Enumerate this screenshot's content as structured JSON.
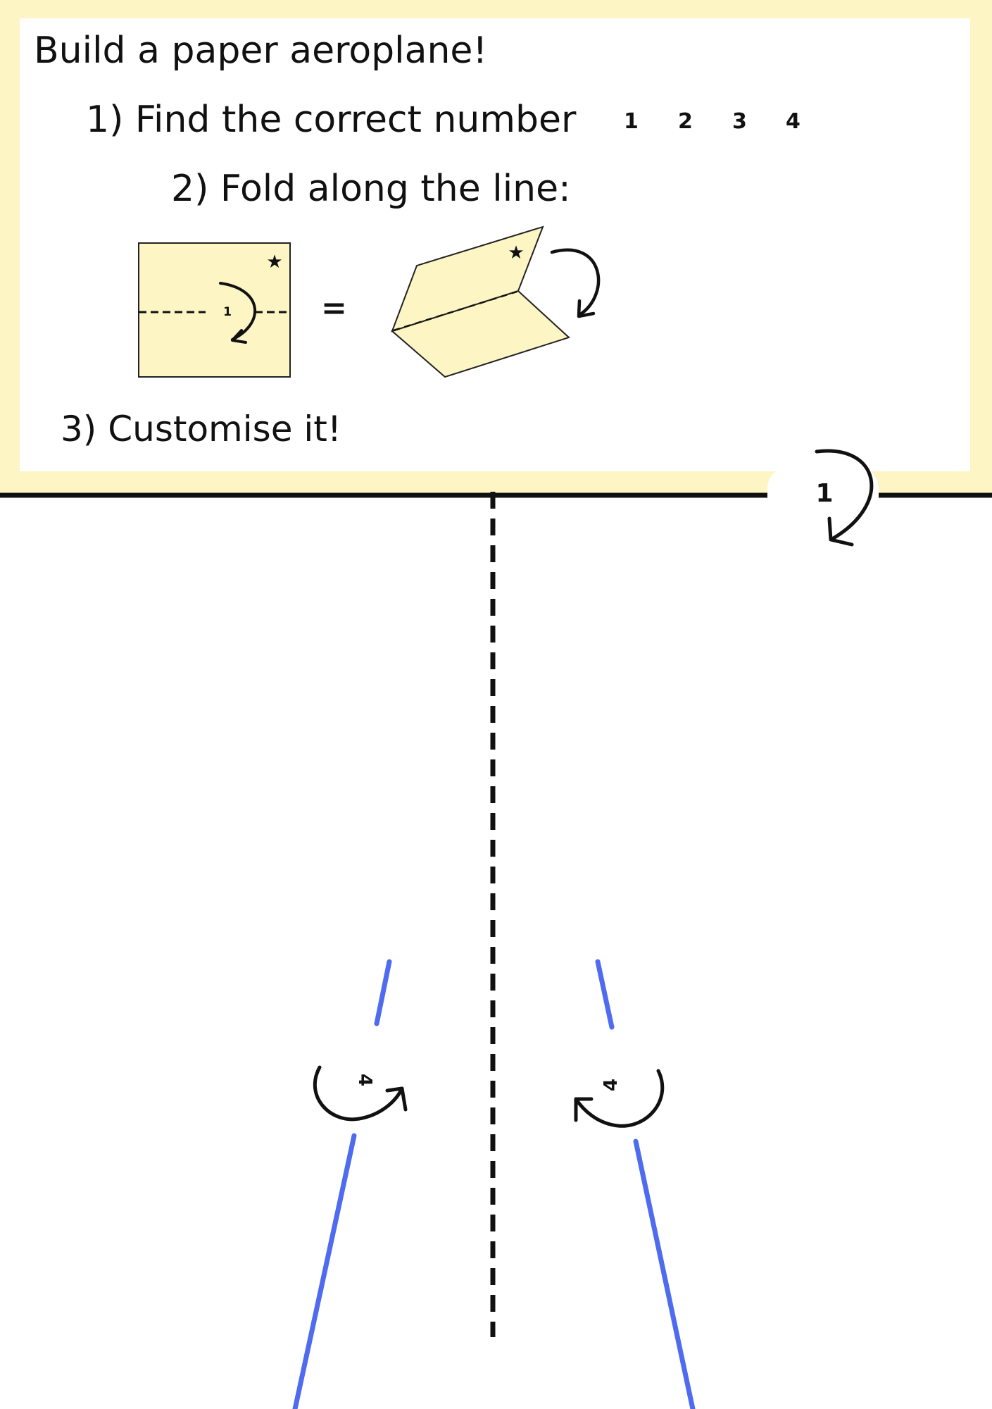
{
  "instructions": {
    "title": "Build a paper aeroplane!",
    "step1": "1) Find the correct number",
    "step2": "2) Fold along the line:",
    "step3": "3) Customise it!",
    "number_choices": [
      "1",
      "2",
      "3",
      "4"
    ],
    "equals_sign": "="
  },
  "diagram": {
    "flat_paper_label": "1",
    "star_symbol": "★"
  },
  "template": {
    "fold_tab_label": "1",
    "wing_fold_left_label": "4",
    "wing_fold_right_label": "4"
  },
  "colors": {
    "header_background": "#fdf5c4",
    "paper_fill": "#fdf5c4",
    "wing_line": "#4f6bef",
    "ink": "#111111"
  }
}
